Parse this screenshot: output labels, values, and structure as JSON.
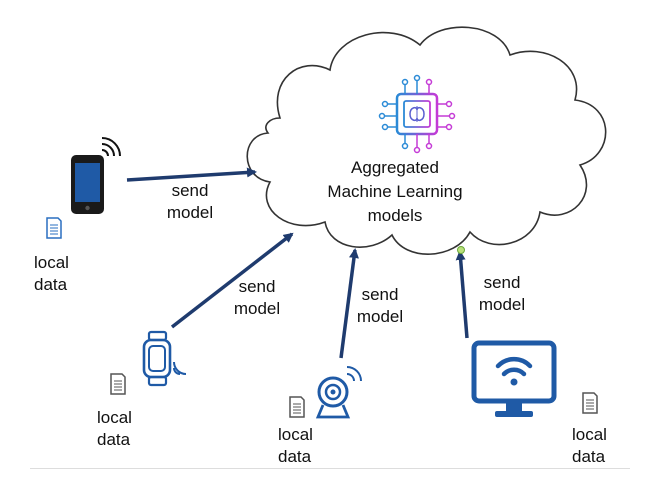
{
  "diagram": {
    "center_title": [
      "Aggregated",
      "Machine Learning",
      "models"
    ],
    "center_icon": "ai-chip-brain-icon",
    "arrow_label": [
      "send",
      "model"
    ],
    "data_label": [
      "local",
      "data"
    ],
    "devices": [
      {
        "name": "smartphone",
        "icon": "smartphone-icon"
      },
      {
        "name": "wearable",
        "icon": "smartwatch-icon"
      },
      {
        "name": "webcam",
        "icon": "webcam-icon"
      },
      {
        "name": "desktop",
        "icon": "monitor-wifi-icon"
      }
    ],
    "colors": {
      "arrow": "#1f3b6e",
      "device": "#1f5aa6",
      "cloud_outline": "#333333",
      "chip_left": "#2a8ad6",
      "chip_right": "#c43ad6"
    }
  }
}
